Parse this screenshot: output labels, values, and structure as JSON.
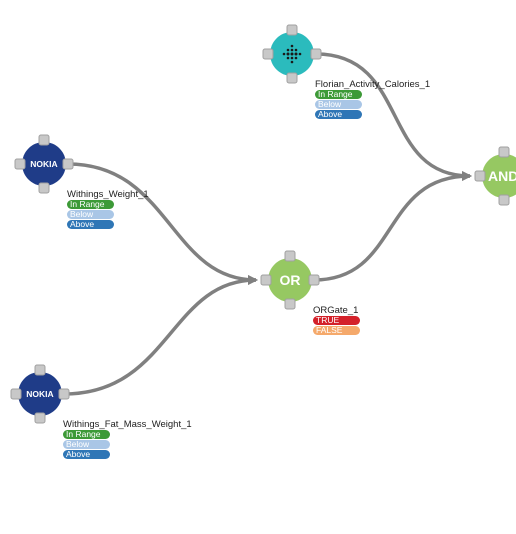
{
  "nodes": {
    "withings_weight": {
      "icon_text": "NOKIA",
      "label": "Withings_Weight_1",
      "badges": [
        "In Range",
        "Below",
        "Above"
      ]
    },
    "withings_fat": {
      "icon_text": "NOKIA",
      "label": "Withings_Fat_Mass_Weight_1",
      "badges": [
        "In Range",
        "Below",
        "Above"
      ]
    },
    "florian_activity": {
      "icon": "fitbit-icon",
      "label": "Florian_Activity_Calories_1",
      "badges": [
        "In Range",
        "Below",
        "Above"
      ]
    },
    "or_gate": {
      "text": "OR",
      "label": "ORGate_1",
      "badges": [
        "TRUE",
        "FALSE"
      ]
    },
    "and_gate": {
      "text": "AND"
    }
  },
  "colors": {
    "nokia": "#1f3c88",
    "fitbit": "#2bbbbd",
    "gate": "#96c862",
    "edge": "#808080",
    "port": "#c8c8c8",
    "in_range": "#3d9a37",
    "below": "#a9c6e6",
    "above": "#2f76b6",
    "true": "#d4212a",
    "false": "#f5a96b"
  }
}
